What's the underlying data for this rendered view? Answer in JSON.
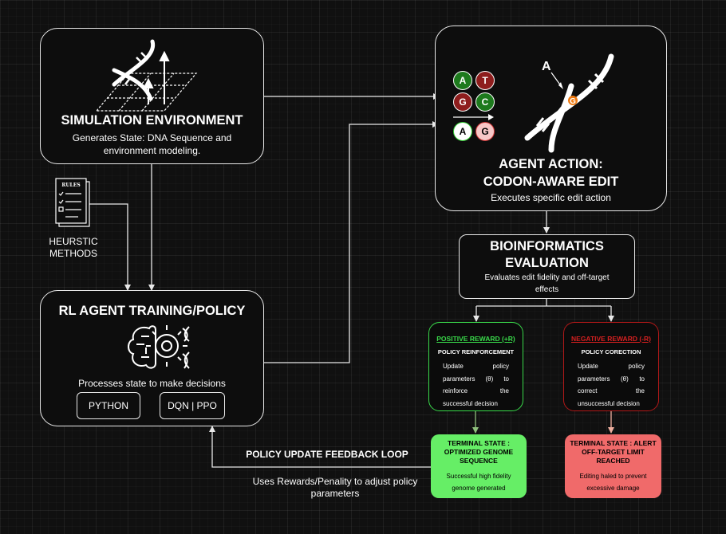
{
  "simulation": {
    "title": "SIMULATION ENVIRONMENT",
    "description": "Generates State: DNA Sequence and environment modeling."
  },
  "agent_action": {
    "title_line1": "AGENT ACTION:",
    "title_line2": "CODON-AWARE EDIT",
    "description": "Executes specific edit action",
    "pointer_letter": "A",
    "edited_base": "G",
    "nucleotides": [
      "A",
      "T",
      "G",
      "C"
    ],
    "edit_pair": [
      "A",
      "G"
    ]
  },
  "heuristics": {
    "rules_label": "RULES",
    "label": "HEURSTIC METHODS"
  },
  "rl_agent": {
    "title": "RL AGENT TRAINING/POLICY",
    "description": "Processes state to make decisions",
    "tags": [
      "PYTHON",
      "DQN | PPO"
    ]
  },
  "bioinformatics": {
    "title_line1": "BIOINFORMATICS",
    "title_line2": "EVALUATION",
    "description": "Evaluates edit fidelity and off-target effects"
  },
  "positive_reward": {
    "title": "POSITIVE REWARD (+R)",
    "subtitle": "POLICY REINFORCEMENT",
    "body": "Update policy parameters (θ) to reinforce the successful decision"
  },
  "negative_reward": {
    "title": "NEGATIVE REWARD (-R)",
    "subtitle": "POLICY CORECTION",
    "body": "Update policy parameters (θ) to correct the unsuccessful decision"
  },
  "terminal_success": {
    "title": "TERMINAL STATE : OPTIMIZED GENOME SEQUENCE",
    "body": "Successful high fidelity genome generated"
  },
  "terminal_failure": {
    "title": "TERMINAL STATE : ALERT OFF-TARGET LIMIT REACHED",
    "body": "Editing haled to prevent excessive damage"
  },
  "feedback": {
    "title": "POLICY UPDATE FEEDBACK LOOP",
    "description": "Uses Rewards/Penality to adjust policy parameters"
  },
  "colors": {
    "positive": "#39d94a",
    "negative": "#d42020",
    "terminal_success": "#66ee66",
    "terminal_failure": "#f06a6a",
    "nuc_green": "#1d7a1d",
    "nuc_red": "#8e1d1d",
    "edit_orange": "#f07a10"
  }
}
